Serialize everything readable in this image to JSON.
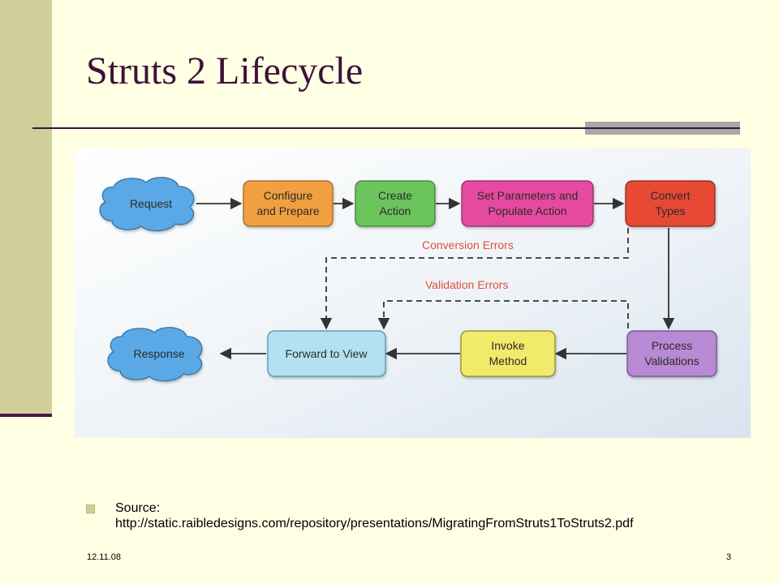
{
  "slide": {
    "title": "Struts 2 Lifecycle",
    "source_label": "Source:",
    "source_url": "http://static.raibledesigns.com/repository/presentations/MigratingFromStruts1ToStruts2.pdf",
    "date": "12.11.08",
    "page_number": "3"
  },
  "diagram": {
    "nodes": {
      "request": [
        "Request"
      ],
      "configure": [
        "Configure",
        "and Prepare"
      ],
      "create": [
        "Create",
        "Action"
      ],
      "setparams": [
        "Set Parameters and",
        "Populate Action"
      ],
      "convert": [
        "Convert",
        "Types"
      ],
      "process": [
        "Process",
        "Validations"
      ],
      "invoke": [
        "Invoke",
        "Method"
      ],
      "forward": [
        "Forward to View"
      ],
      "response": [
        "Response"
      ]
    },
    "edge_labels": {
      "conversion_errors": "Conversion Errors",
      "validation_errors": "Validation Errors"
    },
    "colors": {
      "cloud": "#5aa9e6",
      "configure": "#f0a040",
      "create": "#6cc45c",
      "setparams": "#e64aa0",
      "convert": "#e84a36",
      "process": "#b98ad4",
      "invoke": "#f2ea6a",
      "forward": "#b4e0f0",
      "error_text": "#e0503a"
    }
  }
}
